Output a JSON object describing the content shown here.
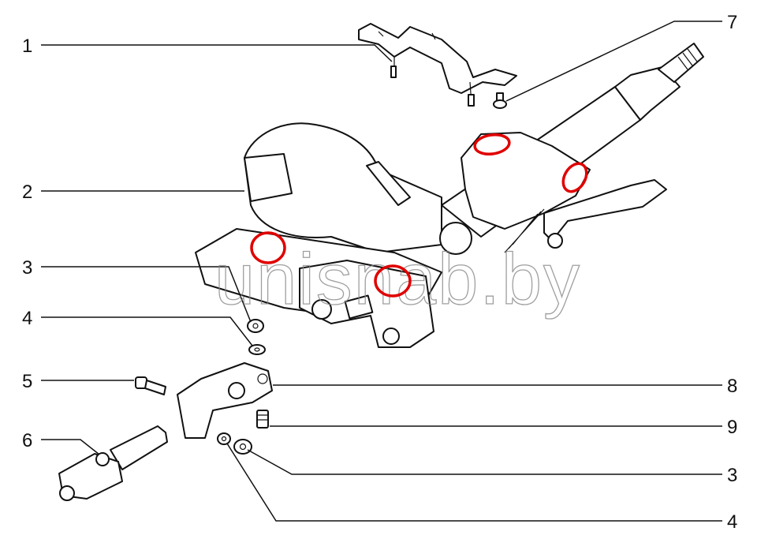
{
  "diagram": {
    "title": "Steering column assembly with electric power steering",
    "watermark": "unisnab.by",
    "callouts": [
      {
        "id": "callout-1",
        "label": "1",
        "part": "mounting-bracket"
      },
      {
        "id": "callout-2",
        "label": "2",
        "part": "steering-column-with-motor"
      },
      {
        "id": "callout-3-left",
        "label": "3",
        "part": "nut"
      },
      {
        "id": "callout-4-left",
        "label": "4",
        "part": "washer"
      },
      {
        "id": "callout-5",
        "label": "5",
        "part": "bolt"
      },
      {
        "id": "callout-6",
        "label": "6",
        "part": "intermediate-shaft"
      },
      {
        "id": "callout-7",
        "label": "7",
        "part": "bolt"
      },
      {
        "id": "callout-8",
        "label": "8",
        "part": "universal-joint"
      },
      {
        "id": "callout-9",
        "label": "9",
        "part": "bolt"
      },
      {
        "id": "callout-3-right",
        "label": "3",
        "part": "nut"
      },
      {
        "id": "callout-4-right",
        "label": "4",
        "part": "washer"
      }
    ],
    "highlight_color": "#e00000",
    "highlights": [
      "upper-clamp-slot",
      "upper-side-slot",
      "lower-left-slot",
      "lower-right-slot"
    ]
  }
}
